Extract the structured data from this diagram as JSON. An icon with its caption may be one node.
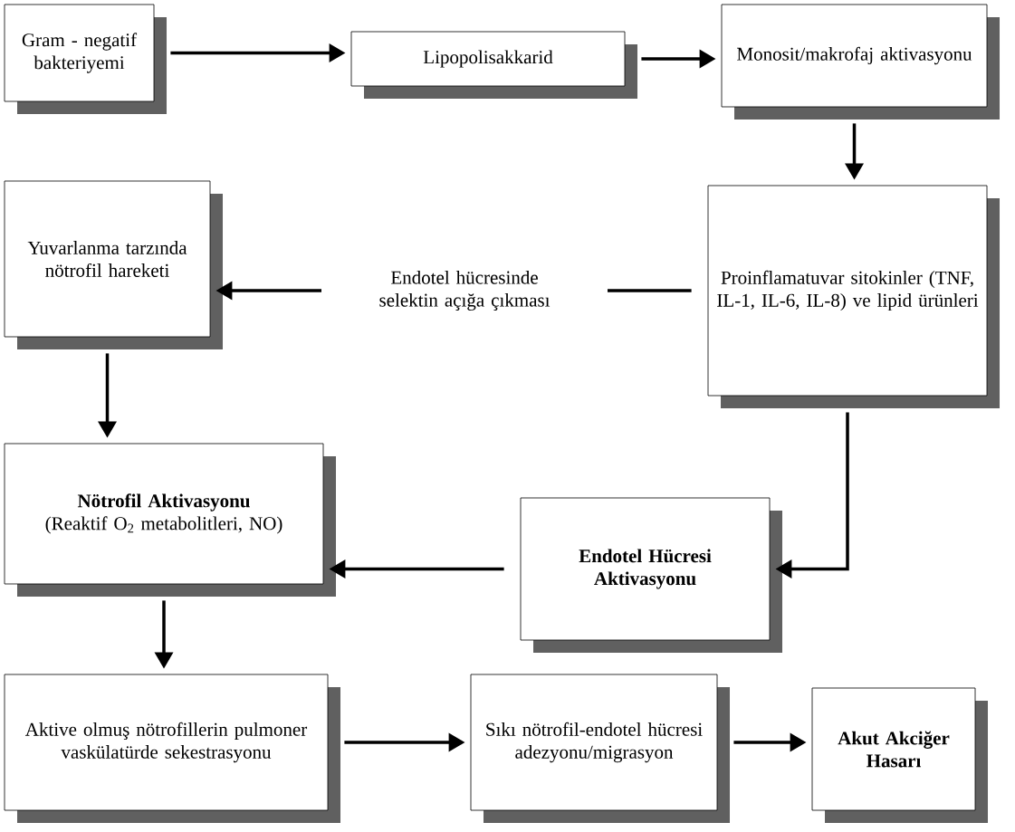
{
  "diagram": {
    "nodes": [
      {
        "text": [
          "Gram - negatif bakteriyemi"
        ]
      },
      {
        "text": [
          "Lipopolisakkarid"
        ]
      },
      {
        "text": [
          "Monosit/makrofaj aktivasyonu"
        ]
      },
      {
        "text": [
          "Yuvarlanma tarzında nötrofil hareketi"
        ]
      },
      {
        "text": [
          "Proinflamatuvar sitokinler (TNF, IL-1, IL-6, IL-8) ve lipid ürünleri"
        ]
      },
      {
        "text": [
          "Nötrofil Aktivasyonu",
          "(Reaktif O$_{2}$ metabolitleri, NO)"
        ]
      },
      {
        "text": [
          "Endotel Hücresi Aktivasyonu"
        ]
      },
      {
        "text": [
          "Aktive olmuş nötrofillerin pulmoner vaskülatürde sekestrasyonu"
        ]
      },
      {
        "text": [
          "Sıkı nötrofil-endotel hücresi adezyonu/migrasyon"
        ]
      },
      {
        "text": [
          "Akut Akciğer Hasarı"
        ]
      }
    ],
    "edges": [
      {
        "from": 0,
        "to": 1,
        "arrow": "to"
      },
      {
        "from": 1,
        "to": 2,
        "arrow": "to"
      },
      {
        "from": 2,
        "to": 4,
        "arrow": "to"
      },
      {
        "from": 4,
        "to": 3,
        "arrow": "to",
        "label": "Endotel hücresinde selektin açığa çıkması"
      },
      {
        "from": 3,
        "to": 5,
        "arrow": "to"
      },
      {
        "from": 4,
        "to": 6,
        "arrow": "to"
      },
      {
        "from": 6,
        "to": 5,
        "arrow": "to"
      },
      {
        "from": 5,
        "to": 7,
        "arrow": "to"
      },
      {
        "from": 7,
        "to": 8,
        "arrow": "to"
      },
      {
        "from": 8,
        "to": 9,
        "arrow": "to"
      }
    ]
  }
}
